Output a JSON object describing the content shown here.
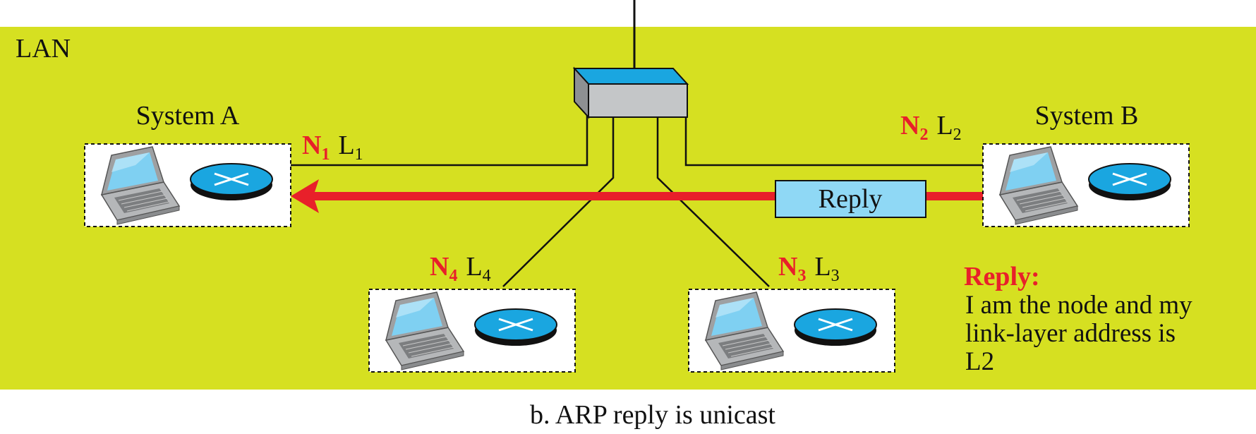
{
  "lan_label": "LAN",
  "caption": "b. ARP reply is unicast",
  "system_a": {
    "title": "System A",
    "node": "N",
    "node_sub": "1",
    "link": "L",
    "link_sub": "1"
  },
  "system_b": {
    "title": "System B",
    "node": "N",
    "node_sub": "2",
    "link": "L",
    "link_sub": "2"
  },
  "host_n4": {
    "node": "N",
    "node_sub": "4",
    "link": "L",
    "link_sub": "4"
  },
  "host_n3": {
    "node": "N",
    "node_sub": "3",
    "link": "L",
    "link_sub": "3"
  },
  "packet_label": "Reply",
  "reply_note": {
    "heading": "Reply:",
    "lines": [
      "I am the node and my",
      "link-layer address is",
      "L2"
    ]
  },
  "colors": {
    "lan_background": "#d6e021",
    "arrow": "#e8202a",
    "packet_fill": "#8fd8f5",
    "switch_top": "#1aa6e0",
    "switch_front": "#c4c6c8",
    "router_disk": "#1aa6e0"
  },
  "icons": [
    "laptop-icon",
    "router-icon",
    "switch-icon"
  ]
}
